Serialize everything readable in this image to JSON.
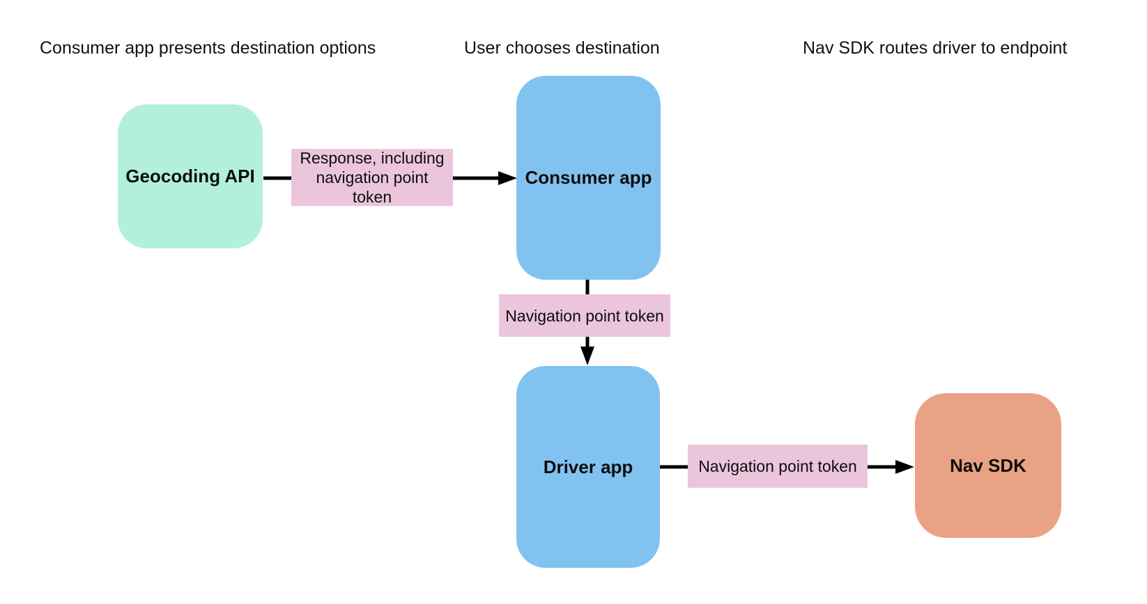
{
  "diagram": {
    "stages": [
      {
        "label": "Consumer app presents destination options"
      },
      {
        "label": "User chooses destination"
      },
      {
        "label": "Nav SDK routes driver to endpoint"
      }
    ],
    "nodes": [
      {
        "id": "geocoding-api",
        "label": "Geocoding API",
        "color": "#B3F0DC"
      },
      {
        "id": "consumer-app",
        "label": "Consumer app",
        "color": "#82C2F0"
      },
      {
        "id": "driver-app",
        "label": "Driver app",
        "color": "#82C2F0"
      },
      {
        "id": "nav-sdk",
        "label": "Nav SDK",
        "color": "#E9A284"
      }
    ],
    "edges": [
      {
        "from": "geocoding-api",
        "to": "consumer-app",
        "label": "Response, including navigation point token"
      },
      {
        "from": "consumer-app",
        "to": "driver-app",
        "label": "Navigation point token"
      },
      {
        "from": "driver-app",
        "to": "nav-sdk",
        "label": "Navigation point token"
      }
    ],
    "colors": {
      "edge_label_bg": "#EBC5DC",
      "arrow": "#000000",
      "background": "#FFFFFF",
      "text": "#0D0D0D"
    }
  }
}
